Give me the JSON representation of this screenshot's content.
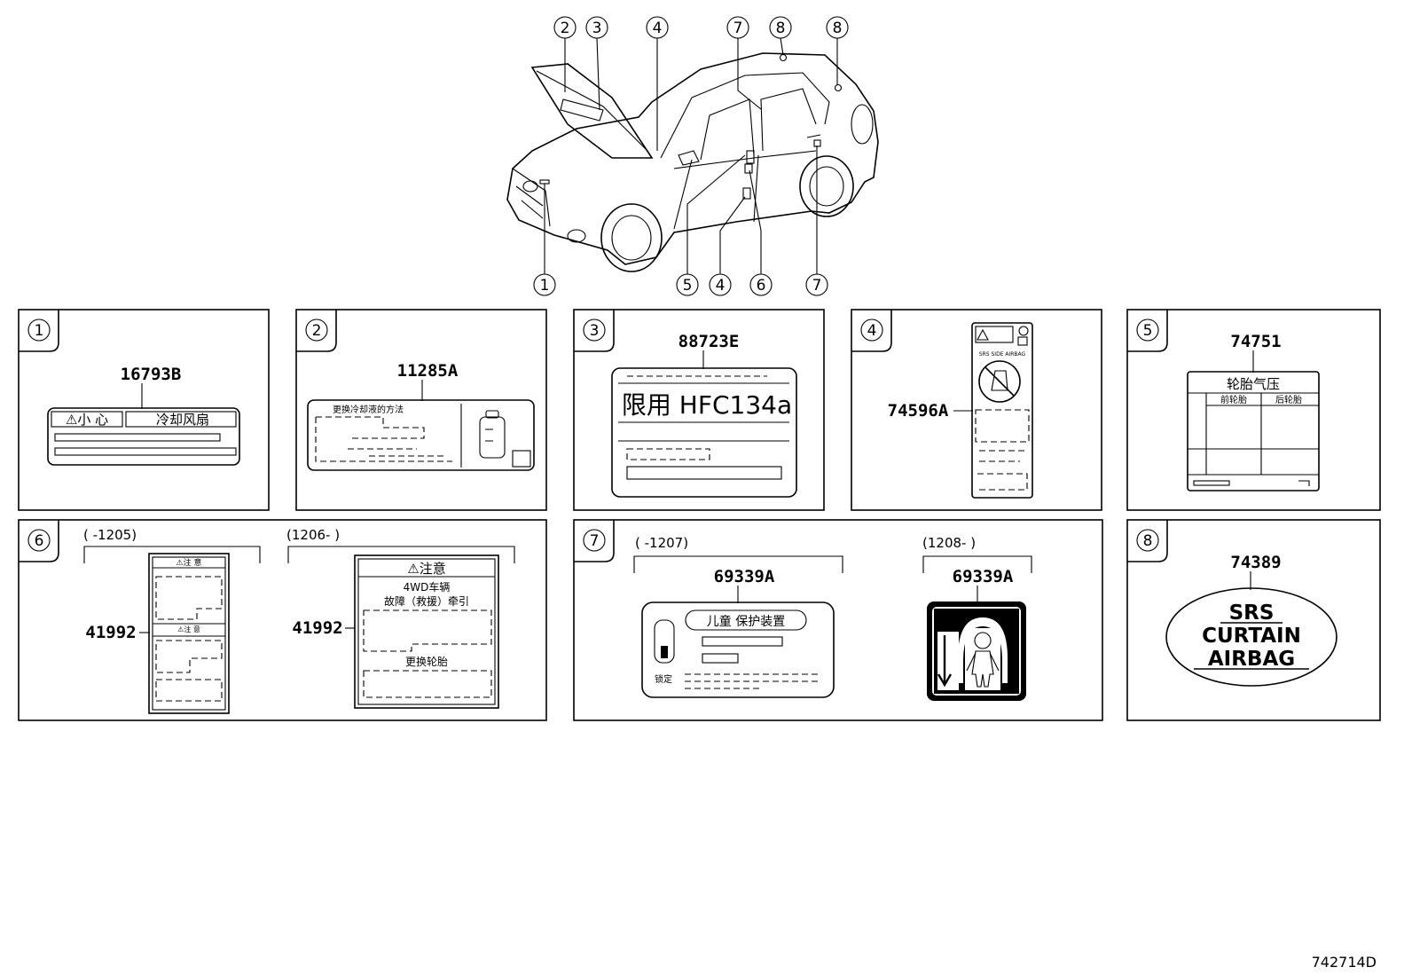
{
  "diagram_code": "742714D",
  "vehicle_callouts": {
    "top": [
      "2",
      "3",
      "4",
      "7",
      "8",
      "8"
    ],
    "bottom": [
      "1",
      "5",
      "4",
      "6",
      "7"
    ]
  },
  "panels": [
    {
      "index": "1",
      "part": "16793B",
      "label_texts": {
        "left": "⚠小 心",
        "right": "冷却风扇"
      }
    },
    {
      "index": "2",
      "part": "11285A",
      "label_texts": {
        "title": "更换冷却液的方法"
      }
    },
    {
      "index": "3",
      "part": "88723E",
      "label_texts": {
        "main": "限用 HFC134a"
      }
    },
    {
      "index": "4",
      "part": "74596A",
      "label_texts": {
        "line": "SRS SIDE AIRBAG"
      }
    },
    {
      "index": "5",
      "part": "74751",
      "label_texts": {
        "title": "轮胎气压",
        "col1": "前轮胎",
        "col2": "后轮胎"
      }
    },
    {
      "index": "6",
      "variants": [
        {
          "range": "(     -1205)",
          "part": "41992",
          "head": "⚠注 意"
        },
        {
          "range": "(1206-     )",
          "part": "41992",
          "head": "⚠注意",
          "line1": "4WD车辆",
          "line2": "故障（救援）牵引",
          "line3": "更换轮胎"
        }
      ]
    },
    {
      "index": "7",
      "variants": [
        {
          "range": "(     -1207)",
          "part": "69339A",
          "title": "儿童 保护装置",
          "lock": "锁定"
        },
        {
          "range": "(1208-     )",
          "part": "69339A"
        }
      ]
    },
    {
      "index": "8",
      "part": "74389",
      "label_texts": {
        "l1": "SRS",
        "l2": "CURTAIN",
        "l3": "AIRBAG"
      }
    }
  ]
}
